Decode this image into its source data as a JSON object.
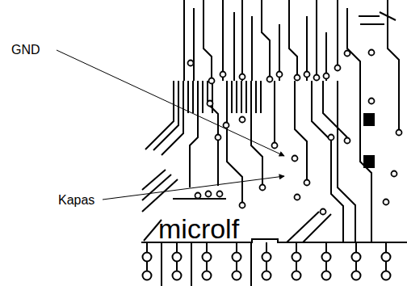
{
  "diagram": {
    "labels": [
      "GND",
      "Kapas",
      "microlf"
    ]
  }
}
